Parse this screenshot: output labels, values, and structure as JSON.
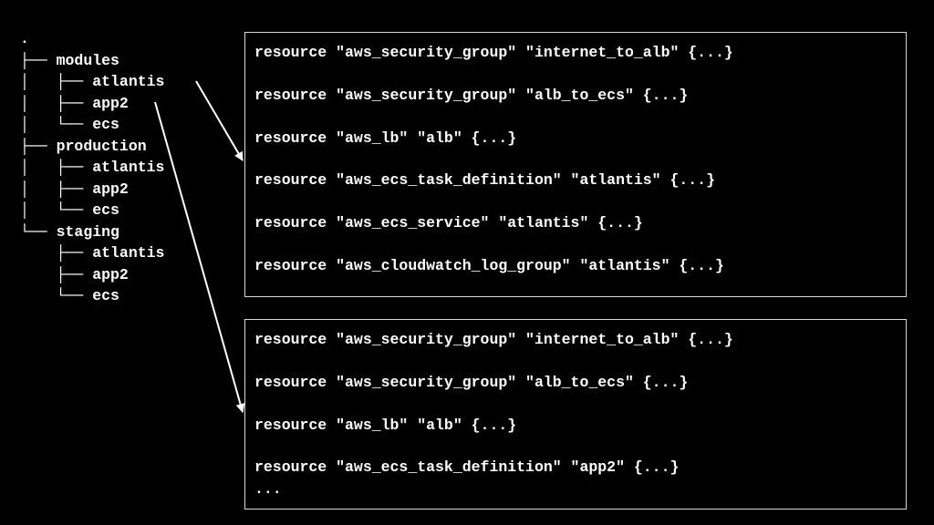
{
  "tree": [
    {
      "prefix": ".",
      "name": ""
    },
    {
      "prefix": "├── ",
      "name": "modules"
    },
    {
      "prefix": "│   ├── ",
      "name": "atlantis"
    },
    {
      "prefix": "│   ├── ",
      "name": "app2"
    },
    {
      "prefix": "│   └── ",
      "name": "ecs"
    },
    {
      "prefix": "├── ",
      "name": "production"
    },
    {
      "prefix": "│   ├── ",
      "name": "atlantis"
    },
    {
      "prefix": "│   ├── ",
      "name": "app2"
    },
    {
      "prefix": "│   └── ",
      "name": "ecs"
    },
    {
      "prefix": "└── ",
      "name": "staging"
    },
    {
      "prefix": "    ├── ",
      "name": "atlantis"
    },
    {
      "prefix": "    ├── ",
      "name": "app2"
    },
    {
      "prefix": "    └── ",
      "name": "ecs"
    }
  ],
  "atlantis_resources": [
    "resource \"aws_security_group\" \"internet_to_alb\" {...}",
    "resource \"aws_security_group\" \"alb_to_ecs\" {...}",
    "resource \"aws_lb\" \"alb\" {...}",
    "resource \"aws_ecs_task_definition\" \"atlantis\" {...}",
    "resource \"aws_ecs_service\" \"atlantis\" {...}",
    "resource \"aws_cloudwatch_log_group\" \"atlantis\" {...}"
  ],
  "app2_resources": [
    "resource \"aws_security_group\" \"internet_to_alb\" {...}",
    "resource \"aws_security_group\" \"alb_to_ecs\" {...}",
    "resource \"aws_lb\" \"alb\" {...}",
    "resource \"aws_ecs_task_definition\" \"app2\" {...}"
  ],
  "app2_more": "...",
  "colors": {
    "background": "#000000",
    "text": "#ffffff",
    "box_border": "#d9d9d9",
    "arrow": "#ffffff"
  }
}
